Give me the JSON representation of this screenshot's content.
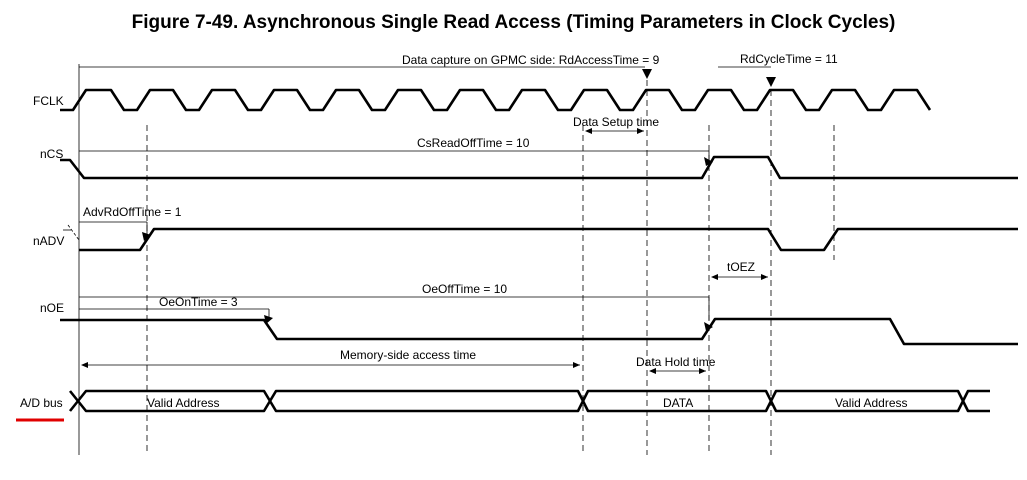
{
  "title": "Figure 7-49. Asynchronous Single Read Access (Timing Parameters in Clock Cycles)",
  "signals": {
    "fclk": "FCLK",
    "ncs": "nCS",
    "nadv": "nADV",
    "noe": "nOE",
    "adbus": "A/D bus"
  },
  "annotations": {
    "rd_access_time": "Data capture on GPMC side: RdAccessTime = 9",
    "rd_cycle_time": "RdCycleTime = 11",
    "data_setup": "Data Setup time",
    "cs_read_off": "CsReadOffTime = 10",
    "adv_rd_off": "AdvRdOffTime = 1",
    "toez": "tOEZ",
    "oe_off": "OeOffTime = 10",
    "oe_on": "OeOnTime = 3",
    "mem_access": "Memory-side access time",
    "data_hold": "Data Hold time"
  },
  "bus_segments": {
    "valid_address_1": "Valid Address",
    "data": "DATA",
    "valid_address_2": "Valid Address"
  },
  "highlight_color": "#e00000"
}
